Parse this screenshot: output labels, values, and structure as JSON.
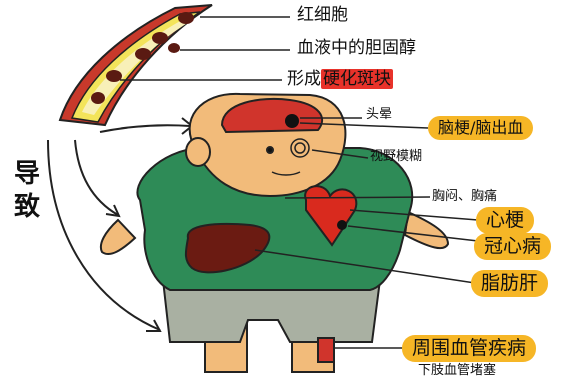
{
  "labels": {
    "red_blood_cells": "红细胞",
    "cholesterol": "血液中的胆固醇",
    "plaque_prefix": "形成",
    "plaque_highlight": "硬化斑块",
    "dizziness": "头晕",
    "stroke": "脑梗/脑出血",
    "blurred_vision": "视野模糊",
    "chest_pain": "胸闷、胸痛",
    "myocardial_infarction": "心梗",
    "coronary_disease": "冠心病",
    "fatty_liver": "脂肪肝",
    "peripheral_vascular": "周围血管疾病",
    "lower_limb": "下肢血管堵塞"
  },
  "leads_to": [
    "导",
    "致"
  ],
  "colors": {
    "pill": "#f6b626",
    "highlight_red": "#e8322a",
    "shirt": "#2e8b57",
    "skin": "#f2bb7a",
    "pants": "#a9b0a2",
    "vessel_wall": "#c8392b",
    "plaque": "#f3e45a",
    "brain": "#d0342c",
    "heart": "#d92a1e",
    "liver": "#6b1b12"
  },
  "icons": [
    "blood-vessel-icon",
    "cartoon-man-icon",
    "brain-icon",
    "heart-icon",
    "liver-icon",
    "leg-blockage-icon"
  ]
}
